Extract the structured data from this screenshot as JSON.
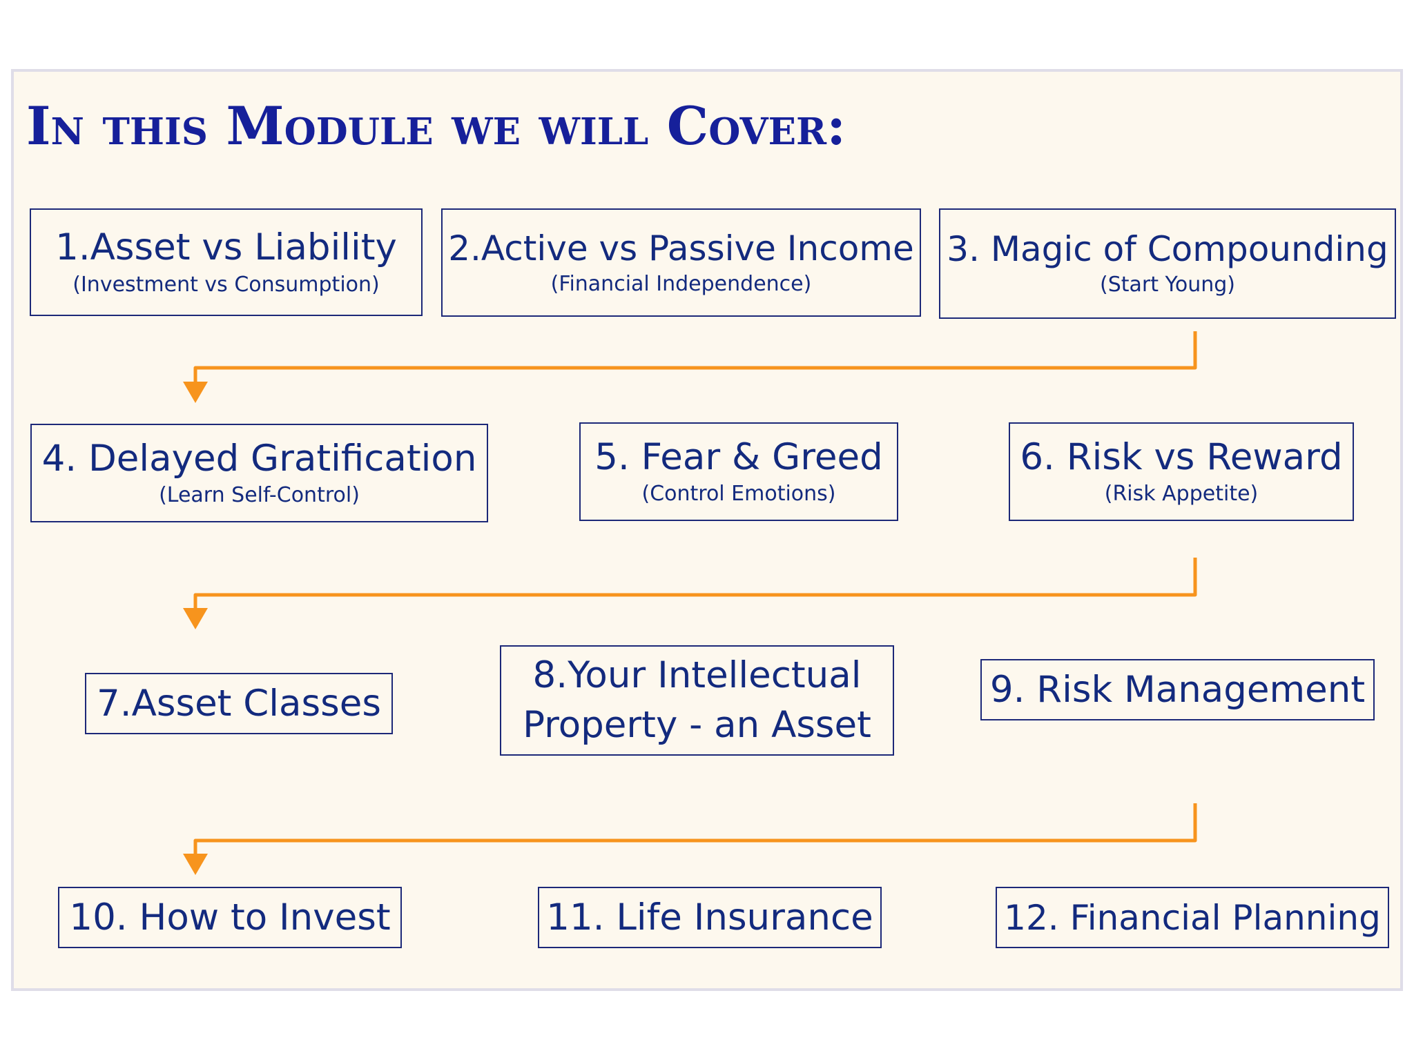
{
  "heading": "In this Module we will Cover:",
  "colors": {
    "heading": "#16209a",
    "box_text": "#132a7e",
    "box_border": "#1c2878",
    "connector": "#f7941d",
    "background": "#fdf8ee"
  },
  "topics": [
    {
      "title": "1.Asset vs Liability",
      "subtitle": "(Investment vs Consumption)"
    },
    {
      "title": "2.Active vs Passive Income",
      "subtitle": "(Financial Independence)"
    },
    {
      "title": "3. Magic of Compounding",
      "subtitle": "(Start Young)"
    },
    {
      "title": "4. Delayed Gratification",
      "subtitle": "(Learn Self-Control)"
    },
    {
      "title": "5. Fear & Greed",
      "subtitle": "(Control Emotions)"
    },
    {
      "title": "6. Risk vs Reward",
      "subtitle": "(Risk Appetite)"
    },
    {
      "title": "7.Asset Classes"
    },
    {
      "title": "8.Your Intellectual Property - an Asset"
    },
    {
      "title": "9. Risk Management"
    },
    {
      "title": "10. How to Invest"
    },
    {
      "title": "11. Life Insurance"
    },
    {
      "title": "12. Financial Planning"
    }
  ],
  "connectors": [
    {
      "from": "3. Magic of Compounding",
      "to": "4. Delayed Gratification"
    },
    {
      "from": "6. Risk vs Reward",
      "to": "7.Asset Classes"
    },
    {
      "from": "9. Risk Management",
      "to": "10. How to Invest"
    }
  ]
}
